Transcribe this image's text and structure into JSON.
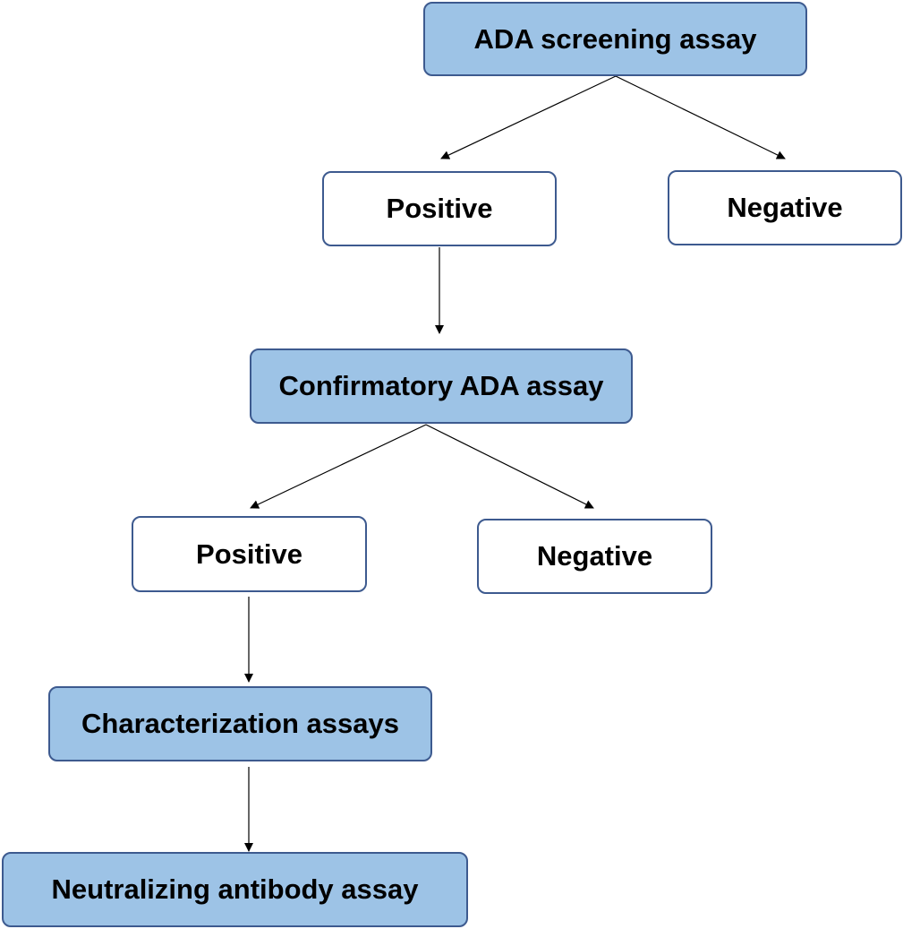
{
  "nodes": {
    "screening": "ADA screening assay",
    "positive_1": "Positive",
    "negative_1": "Negative",
    "confirmatory": "Confirmatory ADA assay",
    "positive_2": "Positive",
    "negative_2": "Negative",
    "characterization": "Characterization assays",
    "neutralizing": "Neutralizing antibody assay"
  },
  "colors": {
    "box_fill_blue": "#9dc3e6",
    "box_fill_white": "#ffffff",
    "box_border": "#3d5a8f",
    "arrow": "#000000"
  }
}
